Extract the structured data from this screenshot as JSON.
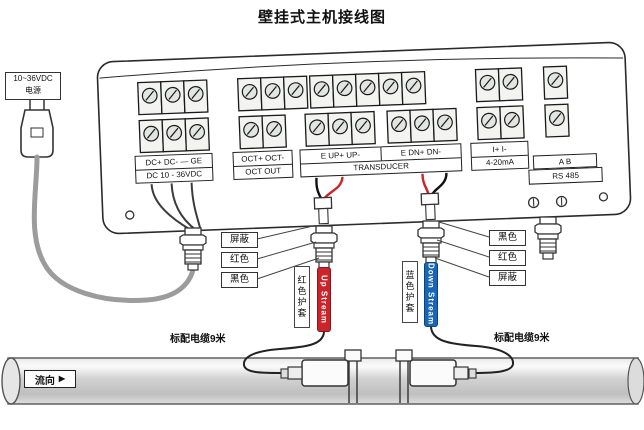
{
  "title": "壁挂式主机接线图",
  "power_supply": {
    "line1": "10~36VDC",
    "line2": "电源"
  },
  "terminal_labels": {
    "dc_row1": "DC+ DC- — GE",
    "dc_row2": "DC 10 - 36VDC",
    "oct_row1": "OCT+ OCT-",
    "oct_row2": "OCT OUT",
    "up": "E UP+ UP-",
    "dn": "E DN+ DN-",
    "transducer": "TRANSDUCER",
    "current_row1": "I+  I-",
    "current_row2": "4-20mA",
    "ab": "A   B",
    "rs485": "RS 485"
  },
  "wire_labels_left": {
    "top": "屏蔽",
    "middle": "红色",
    "bottom": "黑色"
  },
  "wire_labels_right": {
    "top": "黑色",
    "middle": "红色",
    "bottom": "屏蔽"
  },
  "cables": {
    "red_sheath_label": "红色护套",
    "red_cable_text": "Up Stream",
    "blue_sheath_label": "蓝色护套",
    "blue_cable_text": "Down Stream",
    "left_cable_note": "标配电缆9米",
    "right_cable_note": "标配电缆9米"
  },
  "pipe": {
    "flow_label": "流向",
    "flow_arrow": "▶"
  },
  "colors": {
    "red_cable": "#c9252b",
    "blue_cable": "#1766b8"
  }
}
